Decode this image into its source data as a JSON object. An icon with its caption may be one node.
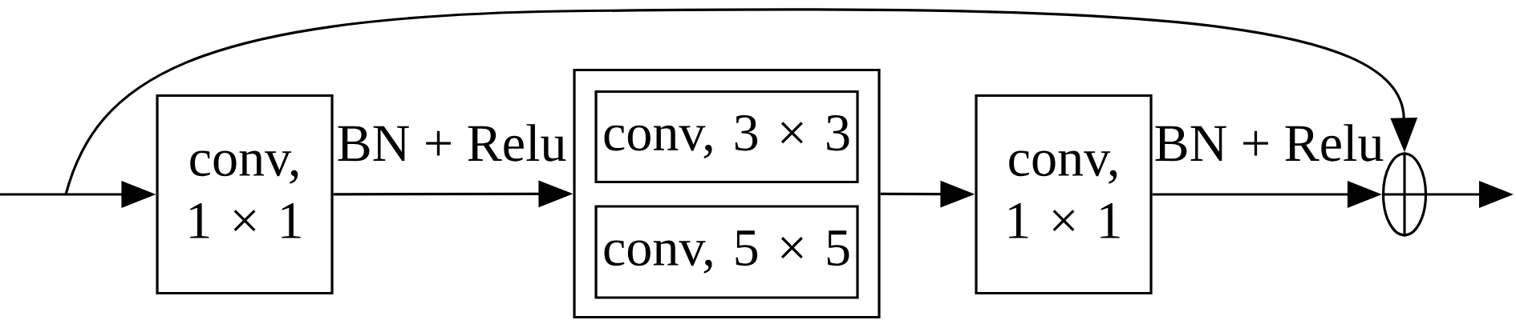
{
  "diagram": {
    "nodes": [
      {
        "text": [
          "conv, 1 × 1"
        ]
      },
      {
        "text": [],
        "shape": "box"
      },
      {
        "text": [
          "conv, 3 × 3"
        ],
        "in": 1
      },
      {
        "text": [
          "conv, 5 × 5"
        ],
        "in": 1
      },
      {
        "text": [
          "conv, 1 × 1"
        ]
      },
      {
        "text": [],
        "shape": "circle"
      }
    ],
    "edges": [
      {
        "from": null,
        "to": 0,
        "arrow": "to"
      },
      {
        "from": 0,
        "to": 1,
        "arrow": "to",
        "label": "BN + Relu"
      },
      {
        "from": 1,
        "to": 4,
        "arrow": "to"
      },
      {
        "from": 4,
        "to": 5,
        "arrow": "to",
        "label": "BN + Relu"
      },
      {
        "from": 5,
        "to": null,
        "arrow": "to"
      },
      {
        "from": null,
        "to": 5,
        "arrow": "to"
      }
    ]
  }
}
